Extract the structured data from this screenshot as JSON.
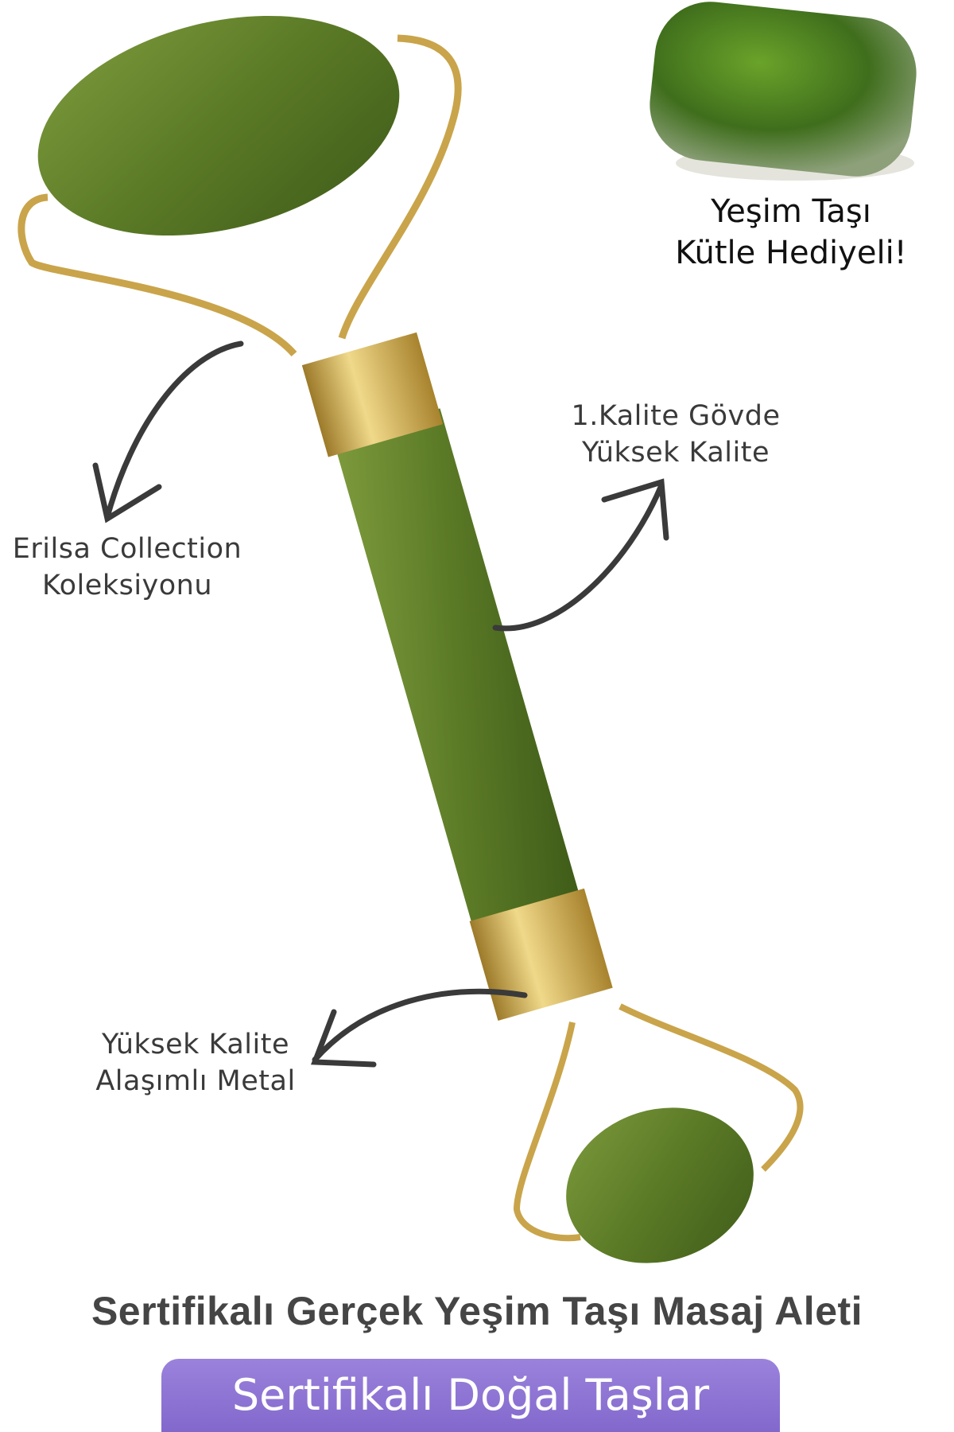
{
  "gift": {
    "line1": "Yeşim Taşı",
    "line2": "Kütle Hediyeli!"
  },
  "callouts": {
    "brand": {
      "line1": "Erilsa Collection",
      "line2": "Koleksiyonu"
    },
    "body": {
      "line1": "1.Kalite Gövde",
      "line2": "Yüksek Kalite"
    },
    "metal": {
      "line1": "Yüksek Kalite",
      "line2": "Alaşımlı Metal"
    }
  },
  "title": "Sertifikalı Gerçek Yeşim Taşı Masaj Aleti",
  "banner": "Sertifikalı Doğal Taşlar",
  "colors": {
    "jade": "#5e7a2a",
    "gold": "#c9a44a",
    "banner": "#8a6fd0",
    "text": "#454545"
  }
}
